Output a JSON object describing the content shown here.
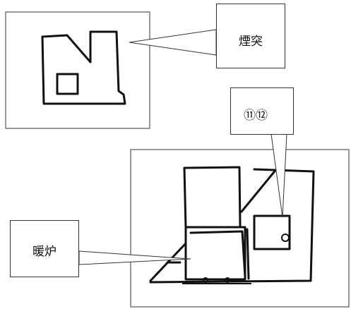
{
  "callouts": {
    "chimney": {
      "label": "煙突"
    },
    "fireplace": {
      "label": "暖炉"
    },
    "numbers": {
      "label": "⑪⑫"
    }
  },
  "colors": {
    "ink": "#111111",
    "frame": "#333333",
    "background": "#ffffff"
  }
}
